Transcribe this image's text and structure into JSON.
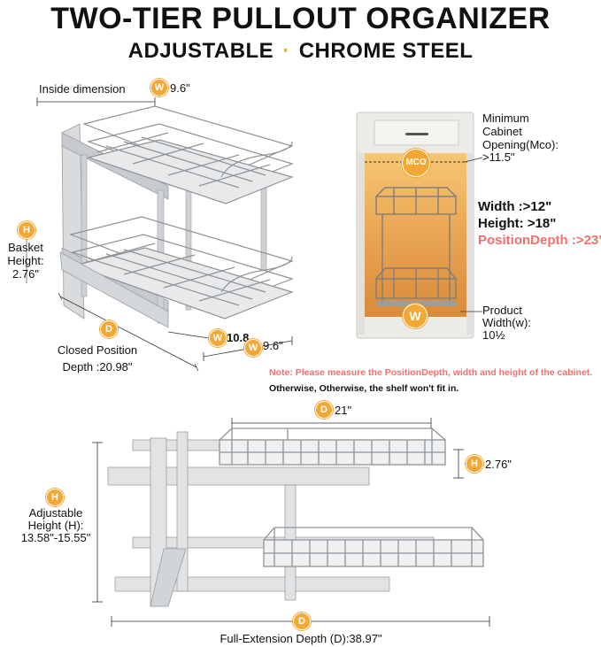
{
  "header": {
    "title": "TWO-TIER PULLOUT ORGANIZER",
    "sub_left": "ADJUSTABLE",
    "sub_dot": "·",
    "sub_right": "CHROME STEEL"
  },
  "top_left": {
    "inside_label": "Inside dimension",
    "inside_value": "9.6\"",
    "basket_label_1": "Basket",
    "basket_label_2": "Height:",
    "basket_value": "2.76\"",
    "closed_label_1": "Closed Position",
    "closed_label_2": "Depth :20.98\"",
    "width_a": "10.8",
    "width_b": "9.6\""
  },
  "cabinet": {
    "min_label_1": "Minimum",
    "min_label_2": "Cabinet",
    "min_label_3": "Opening(Mco):",
    "min_label_4": ">11.5\"",
    "width_spec": "Width :>12\"",
    "height_spec": "Height: >18\"",
    "depth_spec": "PositionDepth :>23\"",
    "product_1": "Product",
    "product_2": "Width(w):",
    "product_3": "10½",
    "mco_badge": "MCO",
    "w_badge": "W",
    "accent": "#f16f6f"
  },
  "notes": {
    "line1": "Note: Please measure the PositionDepth, width and height of the cabinet.",
    "line2": "Otherwise, Otherwise, the shelf won't fit in."
  },
  "bottom": {
    "depth_top": "21\"",
    "basket_h": "2.76\"",
    "adj_1": "Adjustable",
    "adj_2": "Height (H):",
    "adj_3": "13.58\"-15.55\"",
    "full_ext": "Full-Extension Depth (D):38.97\""
  },
  "badges": {
    "w": "W",
    "h": "H",
    "d": "D",
    "color": "#f3a735"
  }
}
